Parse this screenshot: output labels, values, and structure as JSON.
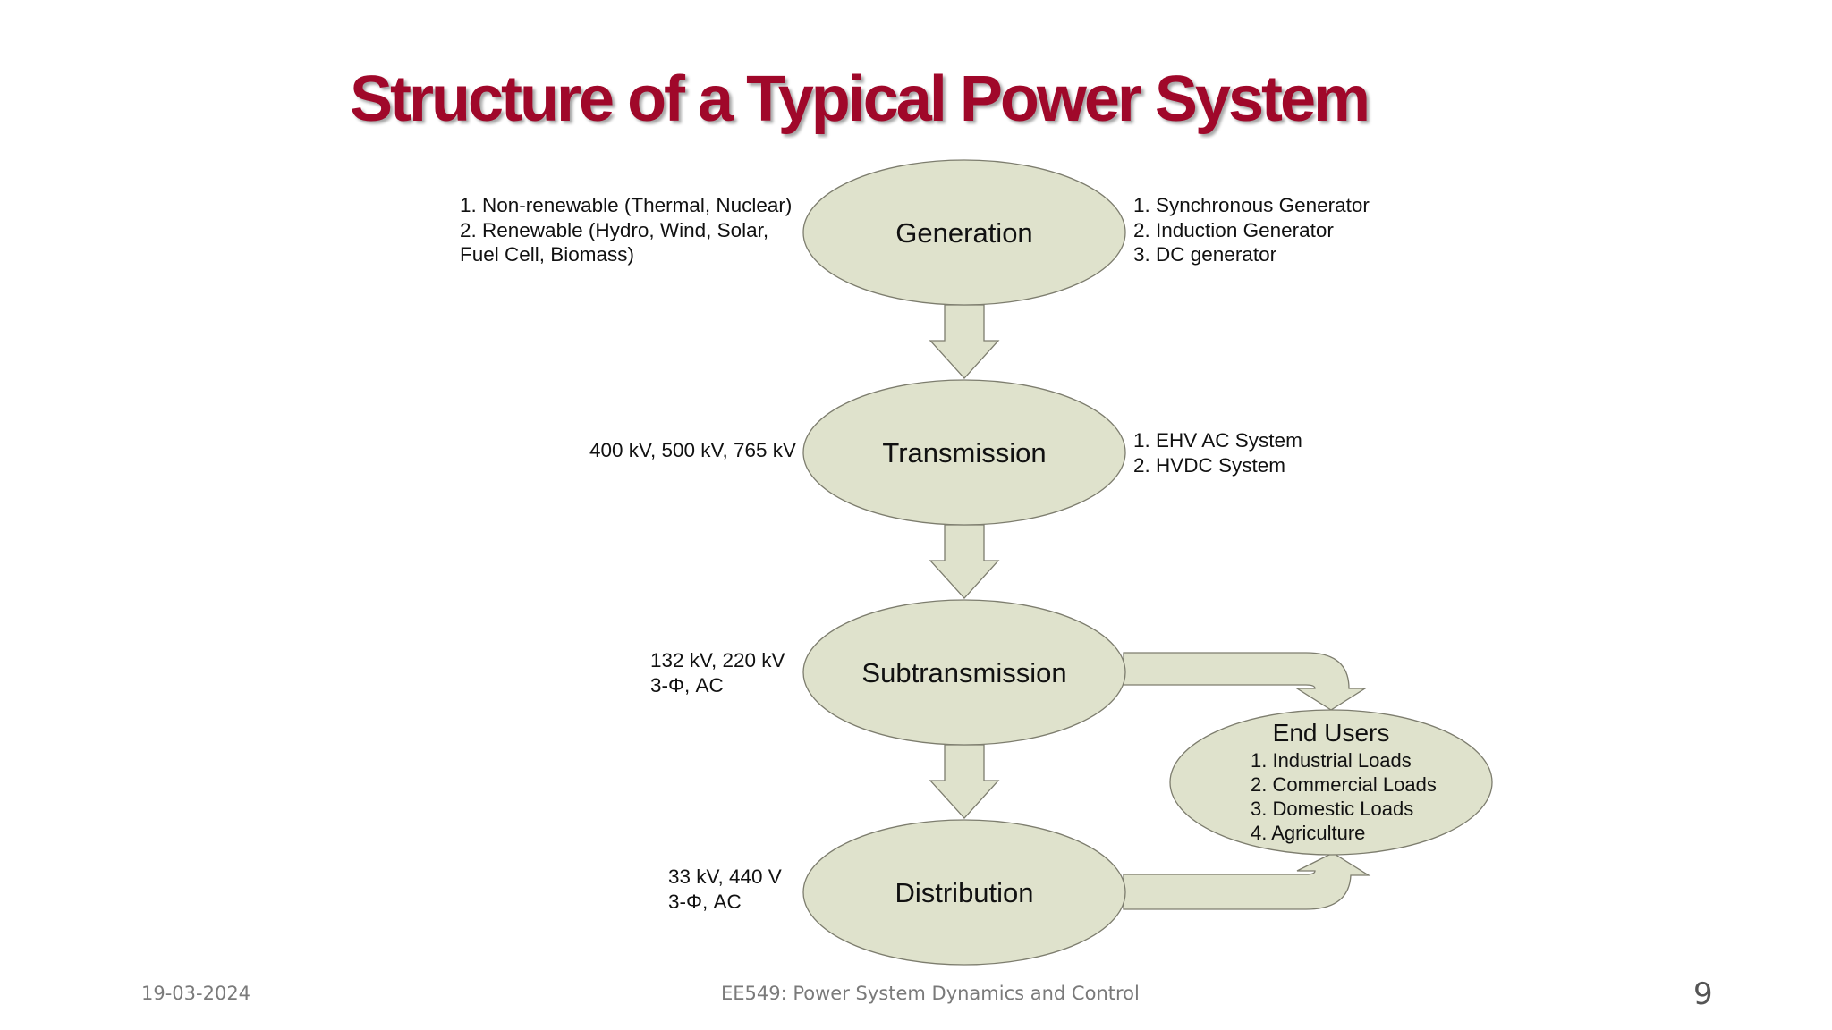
{
  "slide": {
    "title": "Structure of a Typical Power System",
    "colors": {
      "title": "#a0082a",
      "node_fill": "#dfe2cc",
      "node_stroke": "#7d7d6e"
    }
  },
  "diagram": {
    "nodes": {
      "generation": "Generation",
      "transmission": "Transmission",
      "subtransmission": "Subtransmission",
      "distribution": "Distribution",
      "end_users": {
        "title": "End Users",
        "items": [
          "1. Industrial Loads",
          "2. Commercial Loads",
          "3. Domestic Loads",
          "4. Agriculture"
        ]
      }
    },
    "notes": {
      "generation_left": [
        "1. Non-renewable (Thermal,  Nuclear)",
        "2. Renewable (Hydro, Wind, Solar,",
        "Fuel Cell, Biomass)"
      ],
      "generation_right": [
        "1. Synchronous Generator",
        "2. Induction Generator",
        "3. DC generator"
      ],
      "transmission_left": [
        "400 kV, 500 kV, 765 kV"
      ],
      "transmission_right": [
        "1. EHV AC System",
        "2. HVDC System"
      ],
      "subtransmission_left": [
        "132 kV, 220 kV",
        "3-Φ, AC"
      ],
      "distribution_left": [
        "33 kV, 440 V",
        "3-Φ, AC"
      ]
    }
  },
  "footer": {
    "date": "19-03-2024",
    "course": "EE549: Power System Dynamics and Control",
    "page": "9"
  }
}
